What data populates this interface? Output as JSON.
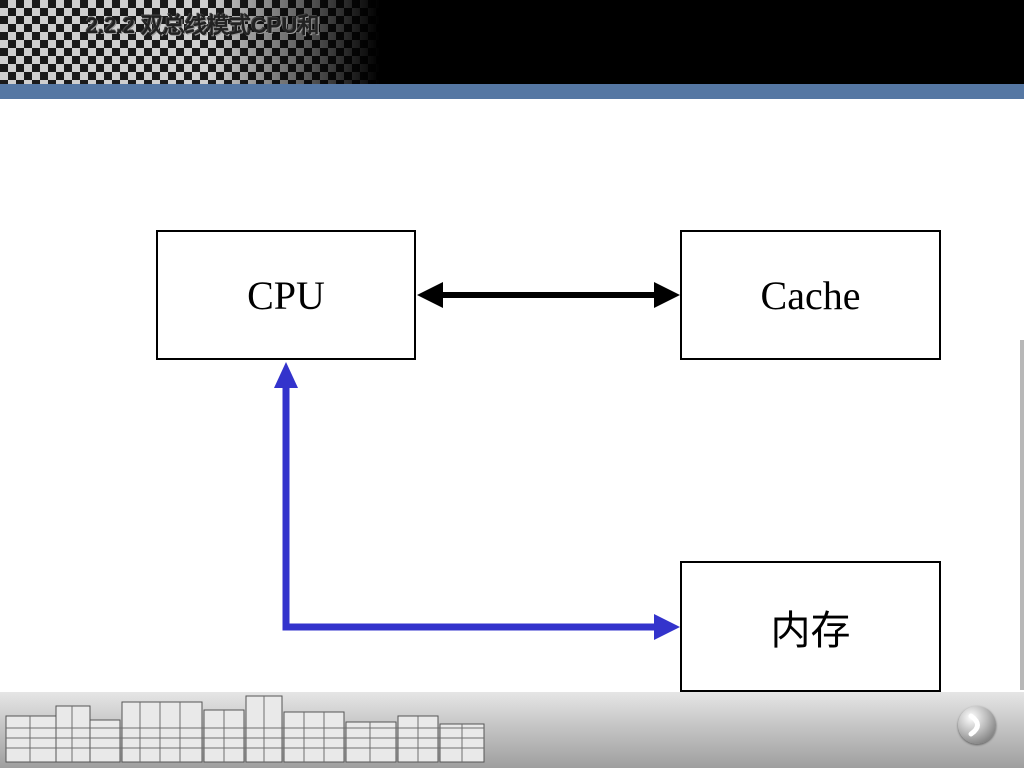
{
  "slide": {
    "title": "2.2.2 双总线模式CPU和"
  },
  "diagram": {
    "nodes": [
      {
        "id": "cpu",
        "label": "CPU"
      },
      {
        "id": "cache",
        "label": "Cache"
      },
      {
        "id": "memory",
        "label": "内存"
      }
    ],
    "edges": [
      {
        "from": "cpu",
        "to": "cache",
        "direction": "both",
        "color": "#000000"
      },
      {
        "from": "memory",
        "to": "cpu",
        "direction": "both",
        "color": "#3333cc"
      }
    ]
  },
  "footer": {
    "next_icon": "next-arrow-icon"
  }
}
